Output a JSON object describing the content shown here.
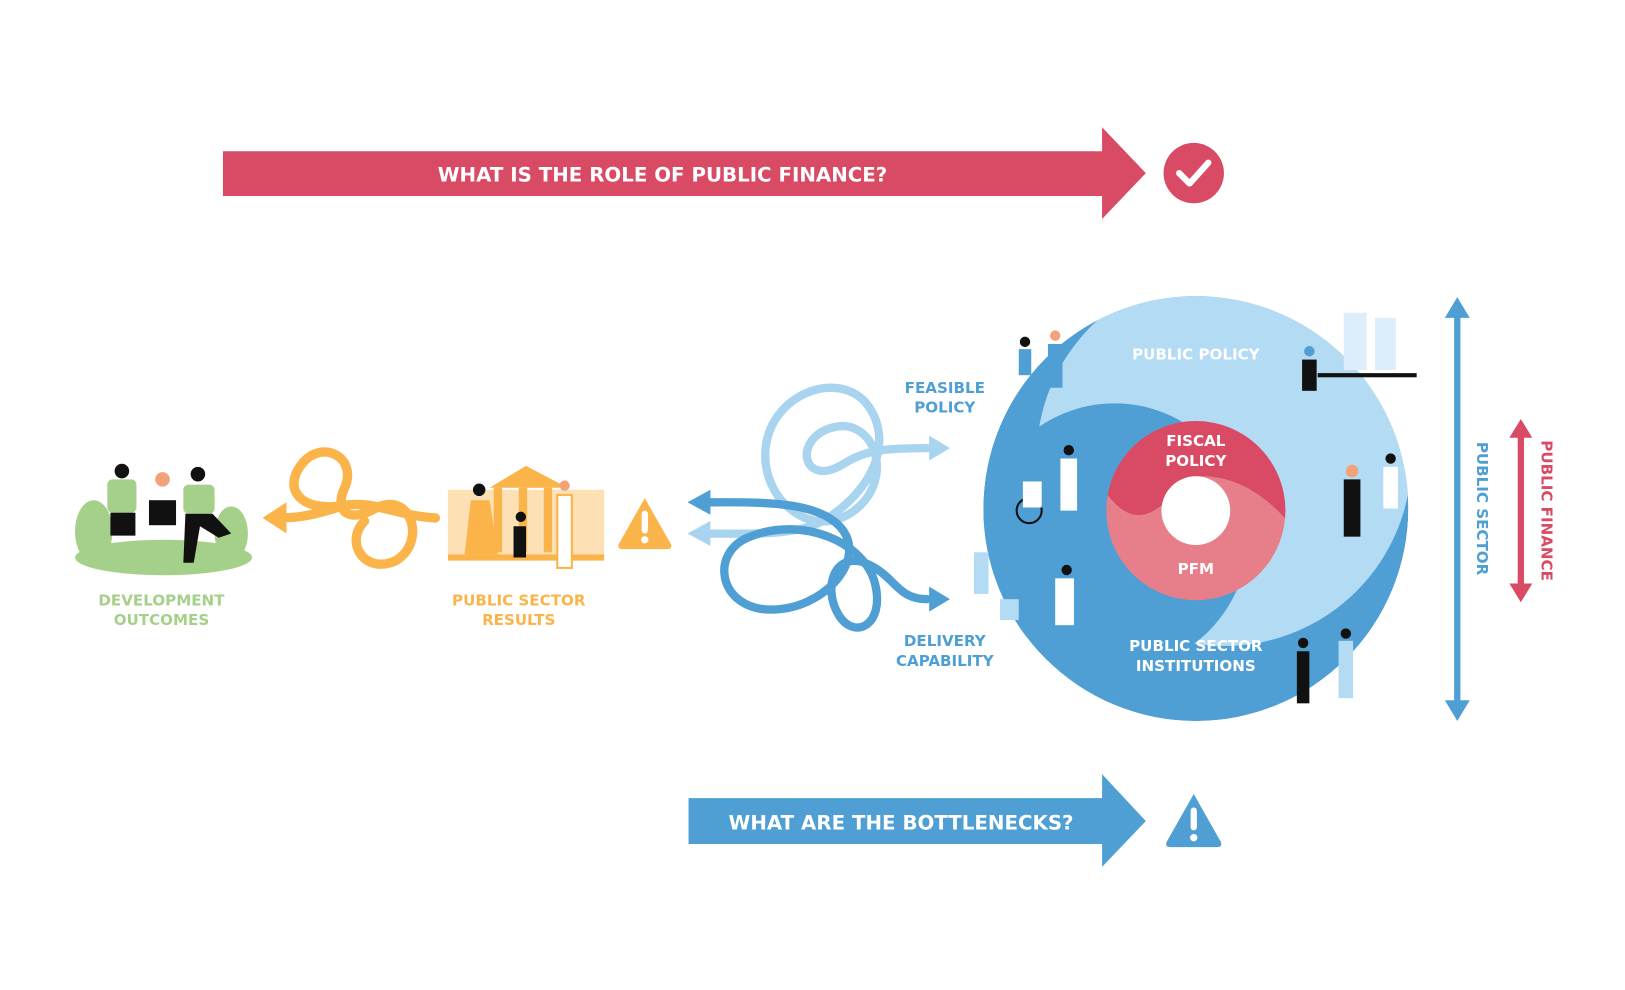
{
  "top_banner": {
    "label": "WHAT IS THE ROLE OF PUBLIC FINANCE?",
    "icon": "check-circle-icon"
  },
  "bottom_banner": {
    "label": "WHAT ARE THE BOTTLENECKS?",
    "icon": "warning-icon"
  },
  "left": {
    "development_outcomes": [
      "DEVELOPMENT",
      "OUTCOMES"
    ],
    "public_sector_results": [
      "PUBLIC SECTOR",
      "RESULTS"
    ]
  },
  "middle": {
    "feasible_policy": [
      "FEASIBLE",
      "POLICY"
    ],
    "delivery_capability": [
      "DELIVERY",
      "CAPABILITY"
    ]
  },
  "circle": {
    "public_policy": "PUBLIC POLICY",
    "fiscal_policy": [
      "FISCAL",
      "POLICY"
    ],
    "pfm": "PFM",
    "institutions": [
      "PUBLIC SECTOR",
      "INSTITUTIONS"
    ]
  },
  "axes": {
    "public_sector": "PUBLIC SECTOR",
    "public_finance": "PUBLIC FINANCE"
  },
  "colors": {
    "red": "#d94a64",
    "pink": "#e67f8a",
    "blue": "#4f9fd4",
    "light_blue": "#b3dbf3",
    "orange": "#fbb44a",
    "green": "#a5d08a"
  }
}
